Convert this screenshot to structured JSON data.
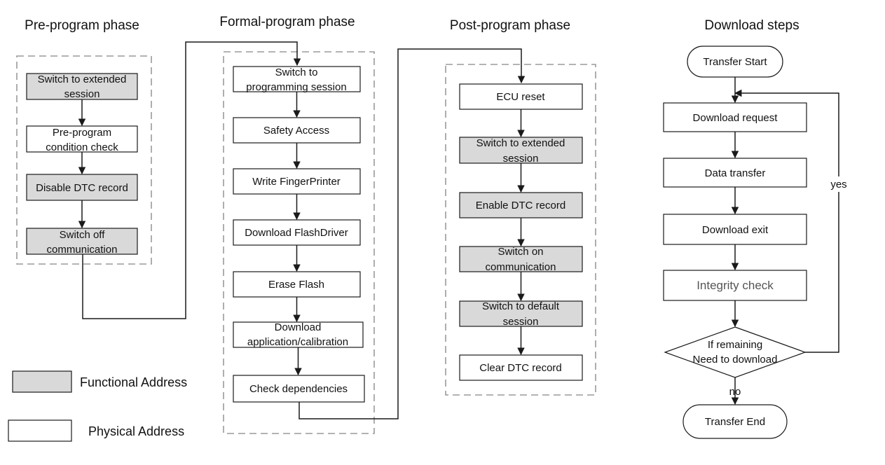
{
  "phases": {
    "pre": {
      "title": "Pre-program phase",
      "steps": [
        {
          "lines": [
            "Switch to extended",
            "session"
          ],
          "type": "functional"
        },
        {
          "lines": [
            "Pre-program",
            "condition check"
          ],
          "type": "physical"
        },
        {
          "lines": [
            "Disable DTC record"
          ],
          "type": "functional"
        },
        {
          "lines": [
            "Switch off",
            "communication"
          ],
          "type": "functional"
        }
      ]
    },
    "formal": {
      "title": "Formal-program phase",
      "steps": [
        {
          "lines": [
            "Switch to",
            "programming session"
          ],
          "type": "physical"
        },
        {
          "lines": [
            "Safety Access"
          ],
          "type": "physical"
        },
        {
          "lines": [
            "Write FingerPrinter"
          ],
          "type": "physical"
        },
        {
          "lines": [
            "Download FlashDriver"
          ],
          "type": "physical"
        },
        {
          "lines": [
            "Erase Flash"
          ],
          "type": "physical"
        },
        {
          "lines": [
            "Download",
            "application/calibration"
          ],
          "type": "physical"
        },
        {
          "lines": [
            "Check dependencies"
          ],
          "type": "physical"
        }
      ]
    },
    "post": {
      "title": "Post-program phase",
      "steps": [
        {
          "lines": [
            "ECU reset"
          ],
          "type": "physical"
        },
        {
          "lines": [
            "Switch to extended",
            "session"
          ],
          "type": "functional"
        },
        {
          "lines": [
            "Enable DTC record"
          ],
          "type": "functional"
        },
        {
          "lines": [
            "Switch on",
            "communication"
          ],
          "type": "functional"
        },
        {
          "lines": [
            "Switch to default",
            "session"
          ],
          "type": "functional"
        },
        {
          "lines": [
            "Clear DTC record"
          ],
          "type": "physical"
        }
      ]
    }
  },
  "download": {
    "title": "Download steps",
    "start": "Transfer Start",
    "steps": [
      "Download request",
      "Data transfer",
      "Download exit",
      "Integrity check"
    ],
    "decision": [
      "If remaining",
      "Need to download"
    ],
    "end": "Transfer End",
    "yes_label": "yes",
    "no_label": "no"
  },
  "legend": {
    "functional": "Functional Address",
    "physical": "Physical Address"
  },
  "colors": {
    "functional_fill": "#d9d9d9",
    "physical_fill": "#ffffff",
    "stroke": "#1a1a1a",
    "dashed": "#9a9a9a"
  }
}
